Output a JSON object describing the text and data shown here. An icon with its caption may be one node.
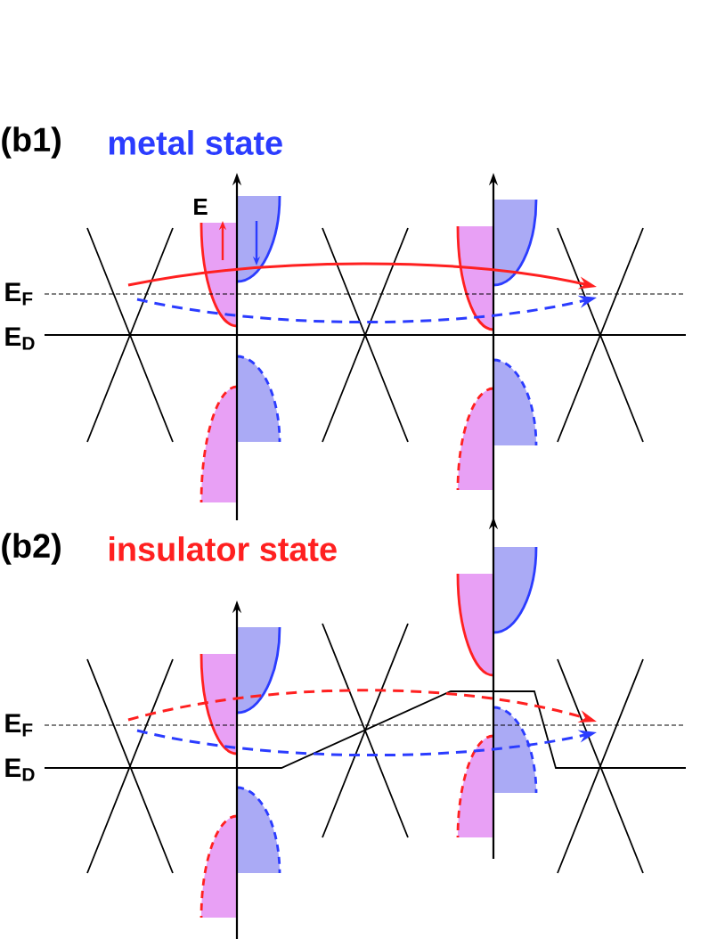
{
  "diagram": {
    "labels": [
      "(b1)",
      "metal state",
      "E",
      "E$_{F}$",
      "E$_{D}$",
      "(b2)",
      "insulator state",
      "E$_{F}$",
      "E$_{D}$"
    ]
  }
}
